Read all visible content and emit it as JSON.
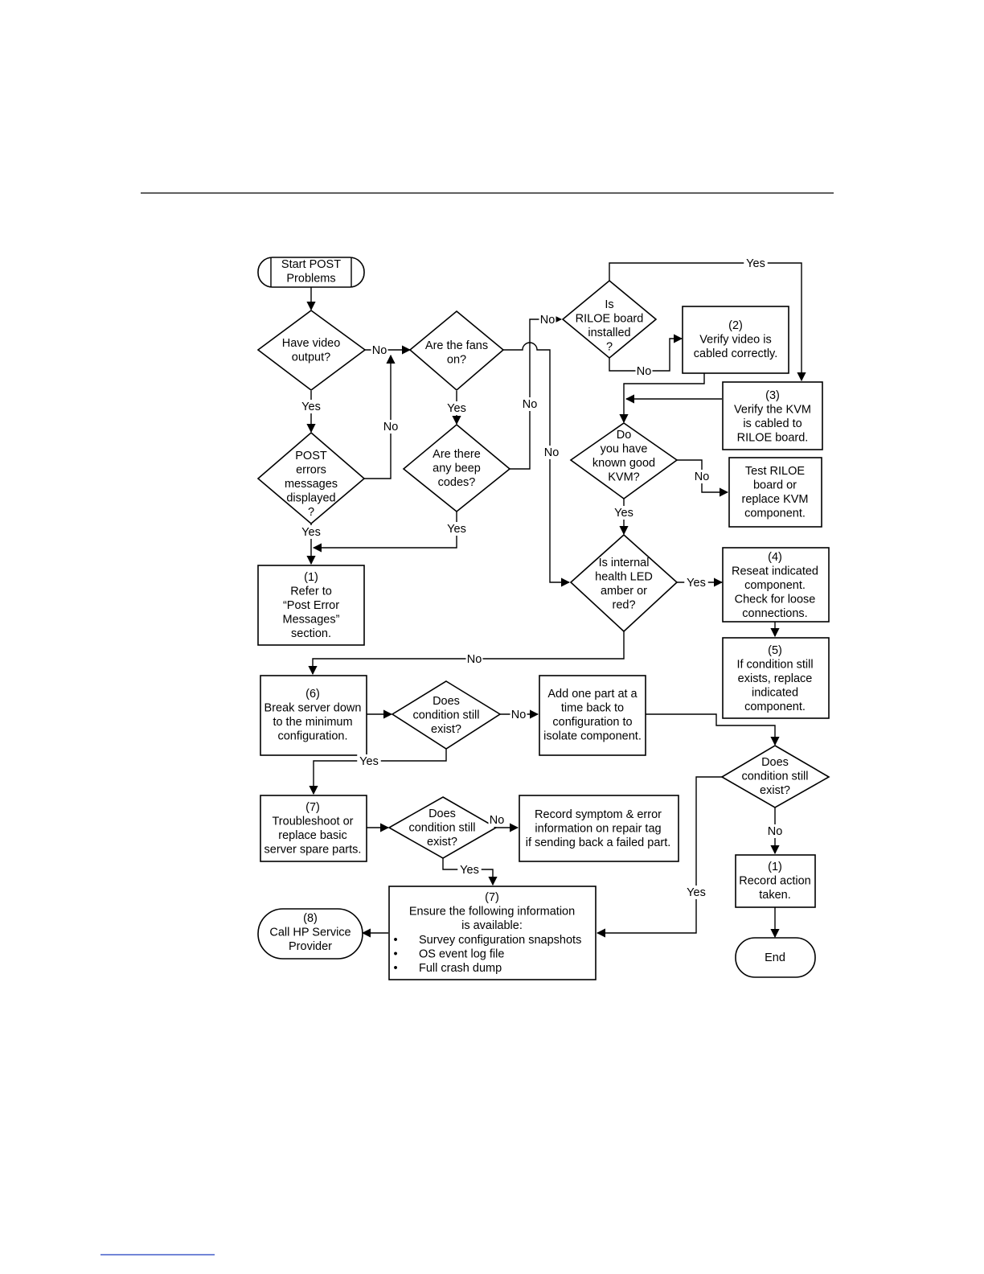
{
  "nodes": {
    "start": [
      "Start POST",
      "Problems"
    ],
    "video": [
      "Have video",
      "output?"
    ],
    "post_errors": [
      "POST",
      "errors",
      "messages",
      "displayed",
      "?"
    ],
    "ref1": [
      "(1)",
      "Refer to",
      "“Post Error",
      "Messages”",
      "section."
    ],
    "fans": [
      "Are the fans",
      "on?"
    ],
    "beep": [
      "Are there",
      "any beep",
      "codes?"
    ],
    "riloe": [
      "Is",
      "RILOE board",
      "installed",
      "?"
    ],
    "verify_video": [
      "(2)",
      "Verify video is",
      "cabled correctly."
    ],
    "verify_kvm": [
      "(3)",
      "Verify the KVM",
      "is cabled to",
      "RILOE board."
    ],
    "kvm": [
      "Do",
      "you have",
      "known good",
      "KVM?"
    ],
    "test_riloe": [
      "Test RILOE",
      "board or",
      "replace KVM",
      "component."
    ],
    "health": [
      "Is internal",
      "health LED",
      "amber or",
      "red?"
    ],
    "reseat": [
      "(4)",
      "Reseat indicated",
      "component.",
      "Check for loose",
      "connections."
    ],
    "replace5": [
      "(5)",
      "If condition still",
      "exists, replace",
      "indicated",
      "component."
    ],
    "break6": [
      "(6)",
      "Break server down",
      "to the minimum",
      "configuration."
    ],
    "cond1": [
      "Does",
      "condition still",
      "exist?"
    ],
    "add_part": [
      "Add one part at a",
      "time back to",
      "configuration to",
      "isolate component."
    ],
    "cond3": [
      "Does",
      "condition still",
      "exist?"
    ],
    "record1": [
      "(1)",
      "Record action",
      "taken."
    ],
    "end": [
      "End"
    ],
    "trouble7": [
      "(7)",
      "Troubleshoot or",
      "replace basic",
      "server spare parts."
    ],
    "cond2": [
      "Does",
      "condition still",
      "exist?"
    ],
    "record_symptom": [
      "Record symptom & error",
      "information on repair tag",
      "if sending back a failed part."
    ],
    "ensure7": [
      "(7)",
      "Ensure the following information",
      "is available:"
    ],
    "ensure7_bullets": [
      "Survey configuration snapshots",
      "OS event log file",
      "Full crash dump"
    ],
    "call8": [
      "(8)",
      "Call HP Service",
      "Provider"
    ]
  },
  "edge_labels": {
    "yes": "Yes",
    "no": "No"
  },
  "bullet_glyph": "•"
}
